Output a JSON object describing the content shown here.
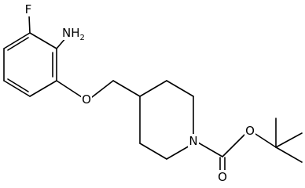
{
  "molecule": {
    "labels": {
      "fluorine": "F",
      "amine": "NH",
      "amine_subscript": "2",
      "ether_oxygen": "O",
      "ring_nitrogen": "N",
      "carbonyl_oxygen": "O",
      "ester_oxygen": "O"
    }
  }
}
